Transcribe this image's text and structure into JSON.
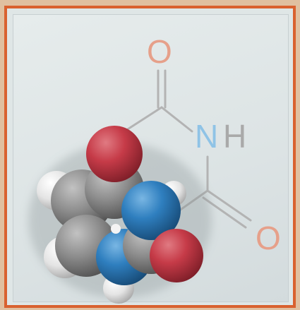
{
  "labels": {
    "oxygen_top": "O",
    "nitrogen": "N",
    "hydrogen": "H",
    "oxygen_right": "O"
  },
  "colors": {
    "frame_border": "#d9612f",
    "oxygen_label": "#e6a08a",
    "nitrogen_label": "#8fc3e6",
    "hydrogen_label": "#a9a9a9",
    "oxygen_atom": "#c63b48",
    "nitrogen_atom": "#2f7fbf",
    "carbon_atom": "#8d8d8d",
    "hydrogen_atom": "#e8e8e8"
  }
}
